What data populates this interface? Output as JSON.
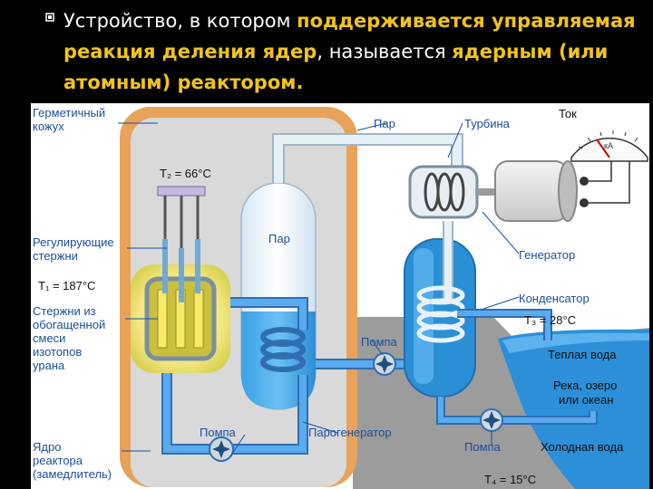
{
  "header": {
    "part1": "Устройство, в котором ",
    "part2": "поддерживается управляемая реакция деления ядер",
    "part3": ", называется ",
    "part4": "ядерным (или атомным) реактором",
    "part5": "."
  },
  "labels": {
    "hermetic_casing": [
      "Герметичный",
      "кожух"
    ],
    "t2": "T₂ = 66°C",
    "control_rods": [
      "Регулирующие",
      "стержни"
    ],
    "t1": "T₁ = 187°C",
    "fuel_rods": [
      "Стержни из",
      "обогащенной",
      "смеси",
      "изотопов",
      "урана"
    ],
    "core": [
      "Ядро",
      "реактора",
      "(замедлитель)"
    ],
    "steam_top": "Пар",
    "steam_gen_area": "Пар",
    "turbine": "Турбина",
    "current": "Ток",
    "meter_unit": "кА",
    "generator": "Генератор",
    "condenser": "Конденсатор",
    "t3": "T₃ = 28°C",
    "pump_mid": "Помпа",
    "warm_water": "Теплая вода",
    "river": [
      "Река, озеро",
      "или океан"
    ],
    "pump_bottom_left": "Помпа",
    "steam_generator": "Парогенератор",
    "pump_bottom_right": "Помпа",
    "cold_water": "Холодная вода",
    "t4": "T₄ = 15°C"
  },
  "colors": {
    "header_bg": "#000000",
    "highlight": "#f0c419",
    "casing": "#e8a25a",
    "pipe_blue": "#3a8fd8",
    "steam_pipe": "#c9dcea",
    "label_blue": "#1a4fa0",
    "water": "#2b8fd6"
  }
}
